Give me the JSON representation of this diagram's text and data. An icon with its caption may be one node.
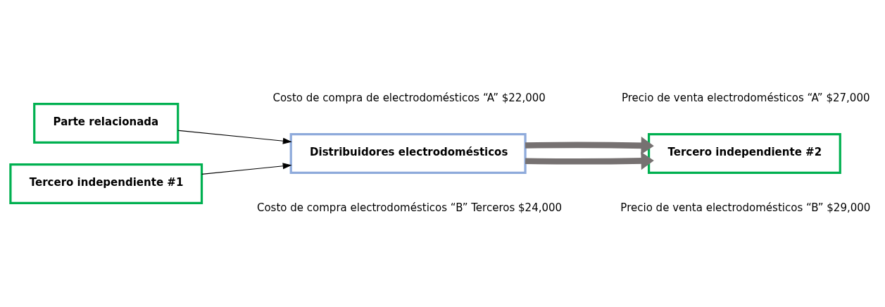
{
  "diagram": {
    "nodes": [
      {
        "text": [
          "Parte relacionada"
        ]
      },
      {
        "text": [
          "Tercero independiente #1"
        ]
      },
      {
        "text": [
          "Distribuidores electrodomésticos"
        ]
      },
      {
        "text": [
          "Tercero independiente #2"
        ]
      }
    ],
    "edges": [
      {
        "from": 0,
        "to": 2,
        "arrow": "to"
      },
      {
        "from": 1,
        "to": 2,
        "arrow": "to"
      },
      {
        "from": 2,
        "to": 3,
        "arrow": "to",
        "style": "thick",
        "color": "#767171"
      },
      {
        "from": 2,
        "to": 3,
        "arrow": "to",
        "style": "thick",
        "color": "#767171"
      }
    ],
    "labels": [
      "Costo de compra de electrodomésticos “A” $22,000",
      "Precio de venta electrodomésticos “A” $27,000",
      "Costo de compra electrodomésticos “B” Terceros $24,000",
      "Precio de venta electrodomésticos “B” $29,000"
    ]
  }
}
